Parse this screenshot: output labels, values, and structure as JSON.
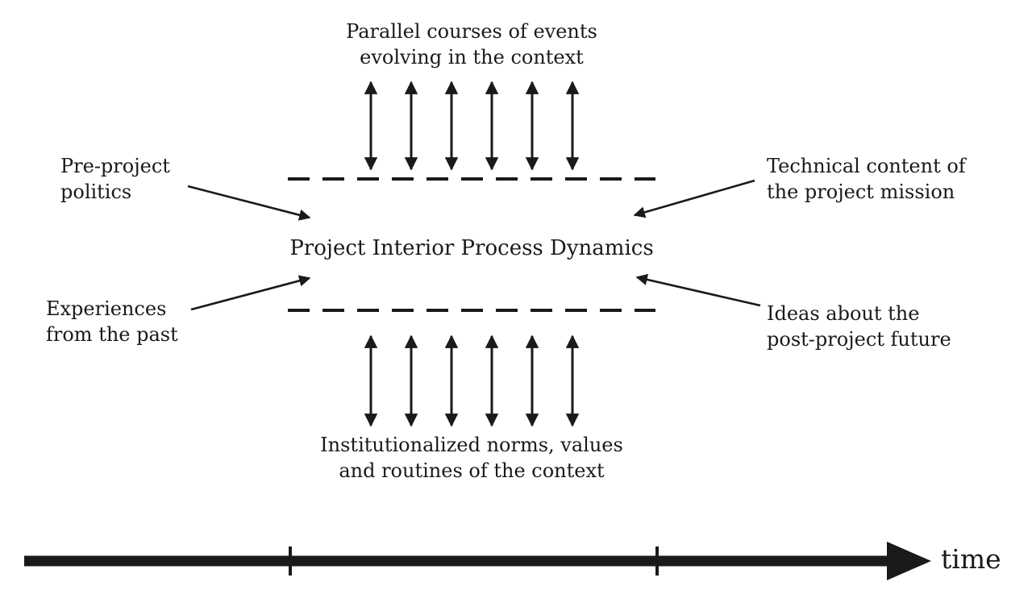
{
  "diagram": {
    "top_label": "Parallel courses of events\nevolving in the context",
    "center_label": "Project Interior Process Dynamics",
    "bottom_label": "Institutionalized norms, values\nand routines of the context",
    "left_top_label": "Pre-project\npolitics",
    "left_bottom_label": "Experiences\nfrom the past",
    "right_top_label": "Technical content of\nthe project mission",
    "right_bottom_label": "Ideas about the\npost-project future",
    "timeline_label": "time",
    "colors": {
      "ink": "#1a1a1a",
      "background": "#ffffff"
    }
  }
}
